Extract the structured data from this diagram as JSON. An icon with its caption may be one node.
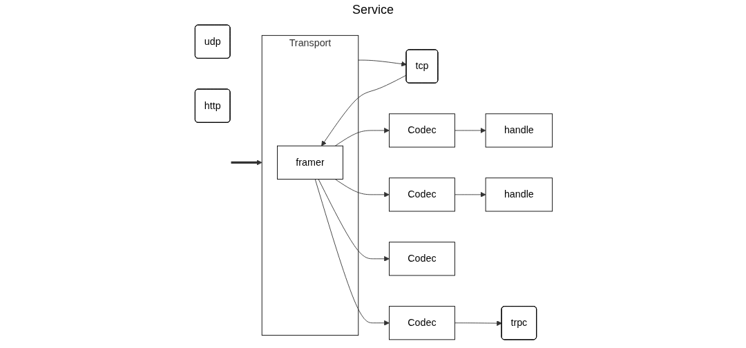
{
  "diagram": {
    "title": "Service",
    "nodes": [
      {
        "text": [
          "Transport"
        ]
      },
      {
        "text": [
          "framer"
        ],
        "in": 0
      },
      {
        "text": [
          "udp"
        ]
      },
      {
        "text": [
          "tcp"
        ]
      },
      {
        "text": [
          "Codec"
        ]
      },
      {
        "text": [
          "Codec"
        ]
      },
      {
        "text": [
          "Codec"
        ]
      },
      {
        "text": [
          "Codec"
        ]
      },
      {
        "text": [
          "handle"
        ]
      },
      {
        "text": [
          "handle"
        ]
      },
      {
        "text": [
          "http"
        ]
      },
      {
        "text": [
          "trpc"
        ]
      }
    ],
    "edges": [
      {
        "from": null,
        "to": 0,
        "arrow": "to",
        "style": "thick"
      },
      {
        "from": 0,
        "to": 3,
        "arrow": "to"
      },
      {
        "from": 3,
        "to": 1,
        "arrow": "to"
      },
      {
        "from": 1,
        "to": 4,
        "arrow": "to"
      },
      {
        "from": 1,
        "to": 5,
        "arrow": "to"
      },
      {
        "from": 1,
        "to": 6,
        "arrow": "to"
      },
      {
        "from": 1,
        "to": 7,
        "arrow": "to"
      },
      {
        "from": 4,
        "to": 8,
        "arrow": "to"
      },
      {
        "from": 5,
        "to": 9,
        "arrow": "to"
      },
      {
        "from": 7,
        "to": 11,
        "arrow": "to"
      }
    ]
  }
}
